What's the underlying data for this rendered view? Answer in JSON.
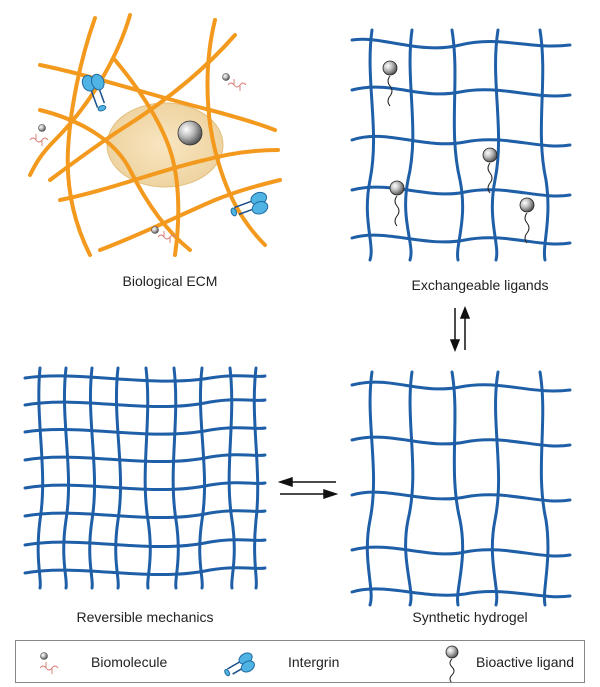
{
  "panels": {
    "biological_ecm": {
      "caption": "Biological ECM"
    },
    "exchangeable_ligands": {
      "caption": "Exchangeable ligands"
    },
    "reversible_mechanics": {
      "caption": "Reversible mechanics"
    },
    "synthetic_hydrogel": {
      "caption": "Synthetic hydrogel"
    }
  },
  "legend": {
    "items": [
      {
        "label": "Biomolecule",
        "icon": "biomolecule-icon"
      },
      {
        "label": "Intergrin",
        "icon": "integrin-icon"
      },
      {
        "label": "Bioactive ligand",
        "icon": "bioactive-ligand-icon"
      }
    ]
  },
  "colors": {
    "network_blue": "#1f5fa8",
    "fiber_orange": "#f39a1e",
    "cell_fill": "#f4dcae",
    "integrin_blue": "#4fb3e3",
    "biomolecule_red": "#d9827a",
    "ligand_grey": "#6d6d6d"
  }
}
